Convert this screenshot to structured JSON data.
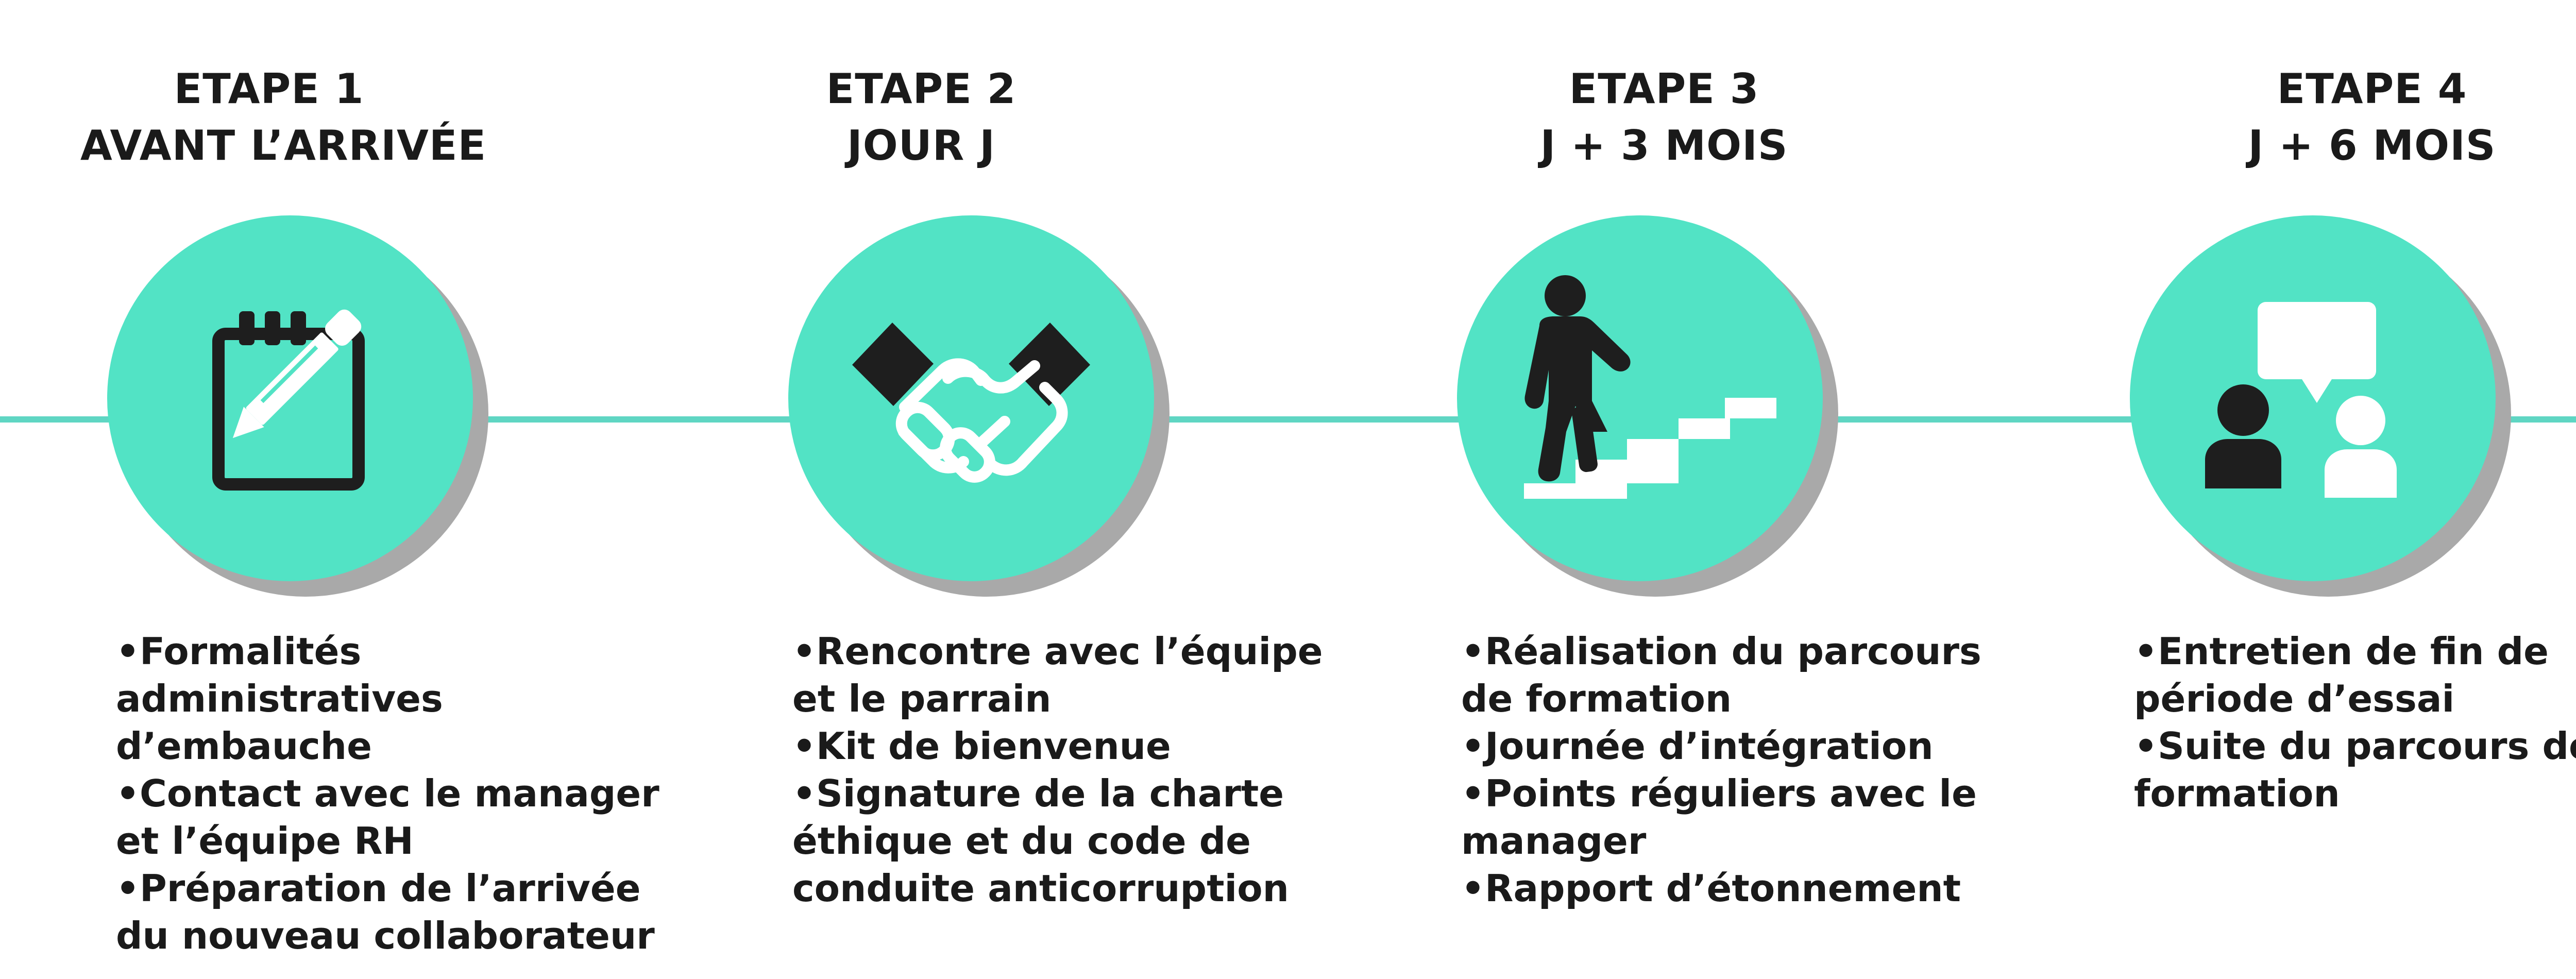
{
  "steps": [
    {
      "title_line1": "ETAPE 1",
      "title_line2": "AVANT L’ARRIVÉE",
      "icon": "notepad-pencil-icon",
      "bullets": [
        "Formalités administratives d’embauche",
        "Contact avec le manager et l’équipe RH",
        "Préparation de l’arrivée du nouveau collaborateur"
      ]
    },
    {
      "title_line1": "ETAPE 2",
      "title_line2": "JOUR J",
      "icon": "handshake-icon",
      "bullets": [
        "Rencontre avec l’équipe et le parrain",
        "Kit de bienvenue",
        "Signature de la charte éthique et du code de conduite anticorruption"
      ]
    },
    {
      "title_line1": "ETAPE 3",
      "title_line2": "J + 3 MOIS",
      "icon": "person-climbing-stairs-icon",
      "bullets": [
        "Réalisation du parcours de formation",
        "Journée d’intégration",
        "Points réguliers avec le manager",
        "Rapport d’étonnement"
      ]
    },
    {
      "title_line1": "ETAPE 4",
      "title_line2": "J + 6 MOIS",
      "icon": "conversation-people-icon",
      "bullets": [
        "Entretien de fin de période d’essai",
        "Suite du parcours de formation"
      ]
    }
  ],
  "colors": {
    "circle": "#52e3c5",
    "line": "#5fd6c3",
    "shadow": "#a9a9a9",
    "icon_dark": "#1e1e1e",
    "icon_light": "#ffffff"
  }
}
